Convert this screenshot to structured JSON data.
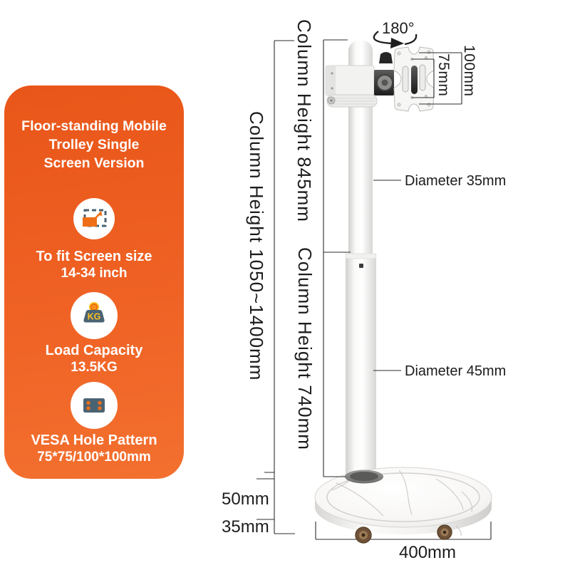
{
  "panel": {
    "title_lines": [
      "Floor-standing Mobile",
      "Trolley Single",
      "Screen Version"
    ],
    "features": [
      {
        "name": "screen-size",
        "heading": "To fit Screen size",
        "value": "14-34 inch"
      },
      {
        "name": "load-capacity",
        "heading": "Load Capacity",
        "value": "13.5KG",
        "icon_text": "KG"
      },
      {
        "name": "vesa-pattern",
        "heading": "VESA Hole Pattern",
        "value": "75*75/100*100mm"
      }
    ]
  },
  "annotations": {
    "rotation": "180°",
    "vesa_outer": "100mm",
    "vesa_inner": "75mm",
    "column_total": "Column Height 1050~1400mm",
    "column_upper": "Column Height 845mm",
    "column_lower": "Column Height 740mm",
    "diameter_upper": "Diameter 35mm",
    "diameter_lower": "Diameter 45mm",
    "base_thickness": "50mm",
    "caster_height": "35mm",
    "base_diameter": "400mm"
  },
  "colors": {
    "accent_orange": "#ee5a1f",
    "icon_slate": "#4a6373",
    "icon_yellow": "#ffbf1f",
    "dimension_line": "#2d2d2d"
  }
}
